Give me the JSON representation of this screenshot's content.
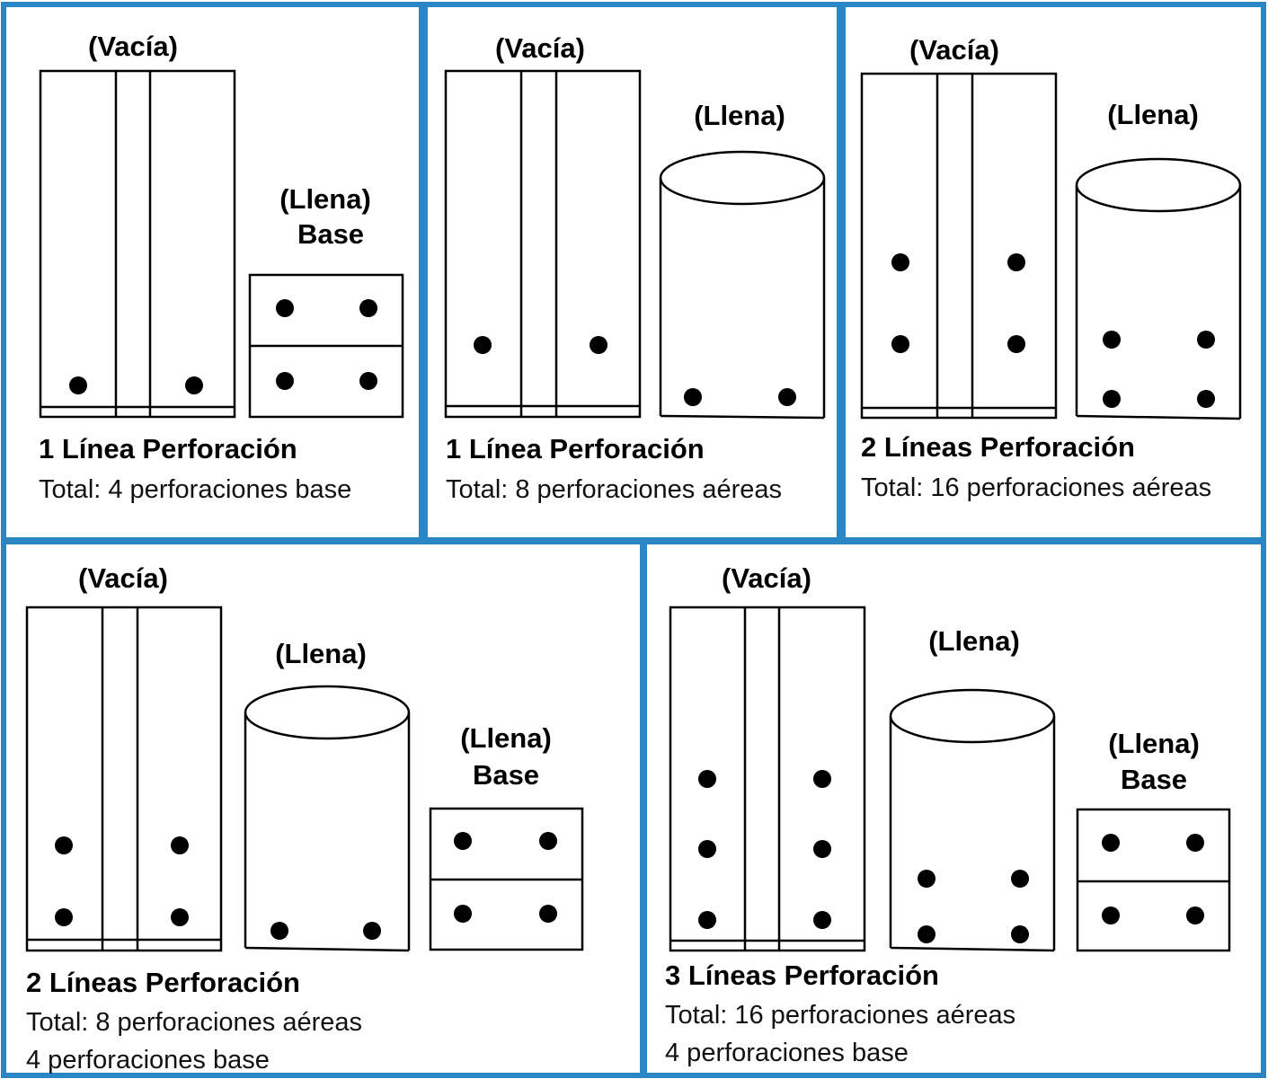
{
  "colors": {
    "frame": "#2a86c5",
    "ink": "#000000",
    "background": "#ffffff"
  },
  "panels": [
    {
      "labels": {
        "empty": "(Vacía)",
        "full": "(Llena)",
        "base": "Base"
      },
      "title": "1 Línea Perforación",
      "totals": [
        "Total: 4 perforaciones base"
      ]
    },
    {
      "labels": {
        "empty": "(Vacía)",
        "full": "(Llena)"
      },
      "title": "1 Línea Perforación",
      "totals": [
        "Total: 8 perforaciones aéreas"
      ]
    },
    {
      "labels": {
        "empty": "(Vacía)",
        "full": "(Llena)"
      },
      "title": "2 Líneas Perforación",
      "totals": [
        "Total: 16 perforaciones aéreas"
      ]
    },
    {
      "labels": {
        "empty": "(Vacía)",
        "full_cyl": "(Llena)",
        "full_base": "(Llena)",
        "base": "Base"
      },
      "title": "2 Líneas Perforación",
      "totals": [
        "Total: 8 perforaciones aéreas",
        "4 perforaciones base"
      ]
    },
    {
      "labels": {
        "empty": "(Vacía)",
        "full_cyl": "(Llena)",
        "full_base": "(Llena)",
        "base": "Base"
      },
      "title": "3 Líneas Perforación",
      "totals": [
        "Total: 16 perforaciones aéreas",
        "4 perforaciones base"
      ]
    }
  ]
}
